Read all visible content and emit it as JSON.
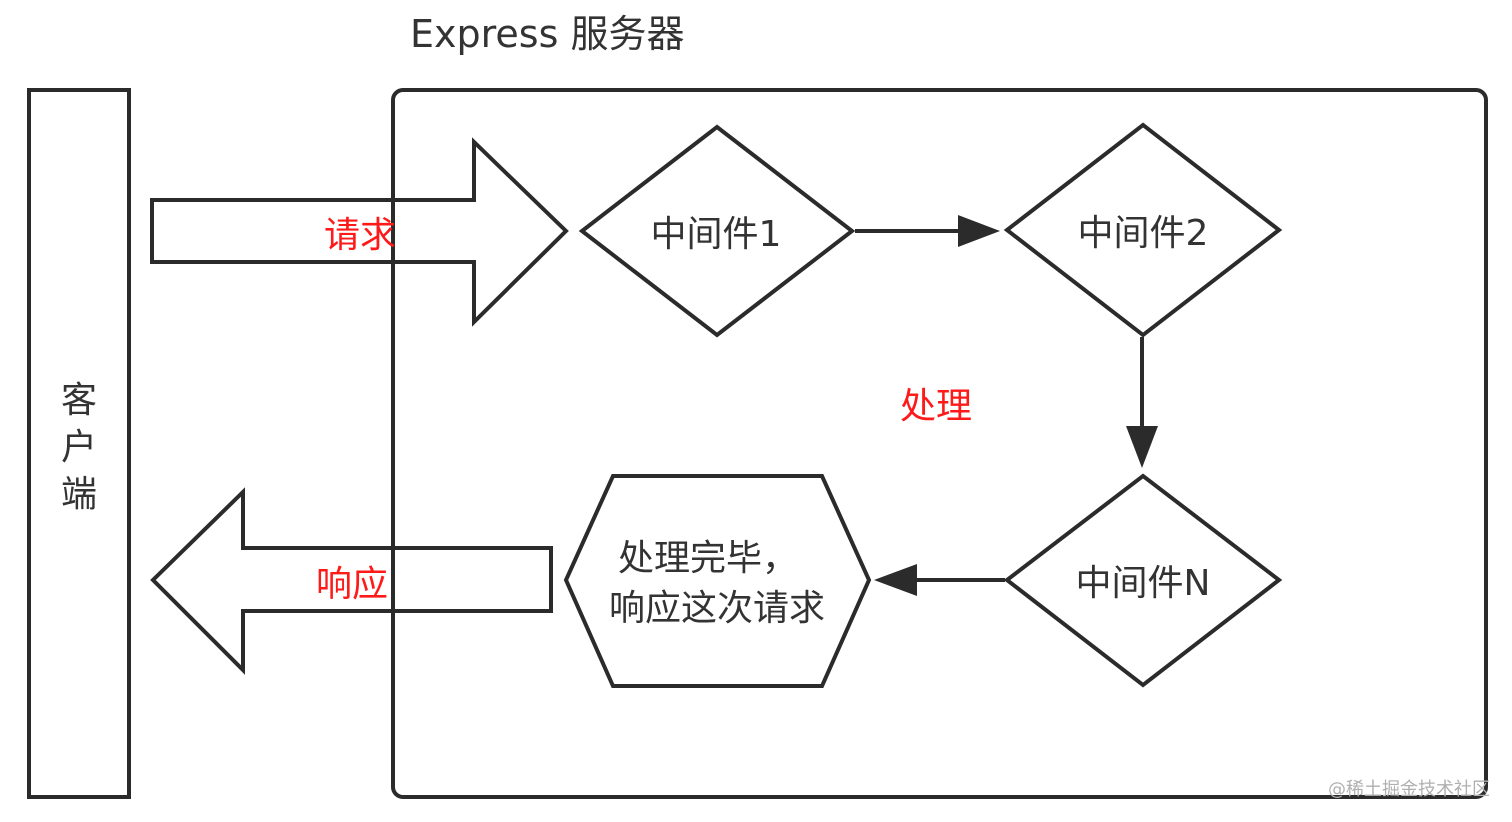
{
  "title": "Express 服务器",
  "client": {
    "label": "客户端"
  },
  "request": {
    "label": "请求"
  },
  "response": {
    "label": "响应"
  },
  "processing": {
    "label": "处理"
  },
  "nodes": {
    "m1": {
      "label": "中间件1"
    },
    "m2": {
      "label": "中间件2"
    },
    "mn": {
      "label": "中间件N"
    },
    "done": {
      "line1": "处理完毕，",
      "line2": "响应这次请求"
    }
  },
  "watermark": "@稀土掘金技术社区",
  "colors": {
    "stroke": "#2b2b2b",
    "text": "#333333",
    "accent": "#ff1a1a",
    "watermark": "#b0b0b0"
  }
}
